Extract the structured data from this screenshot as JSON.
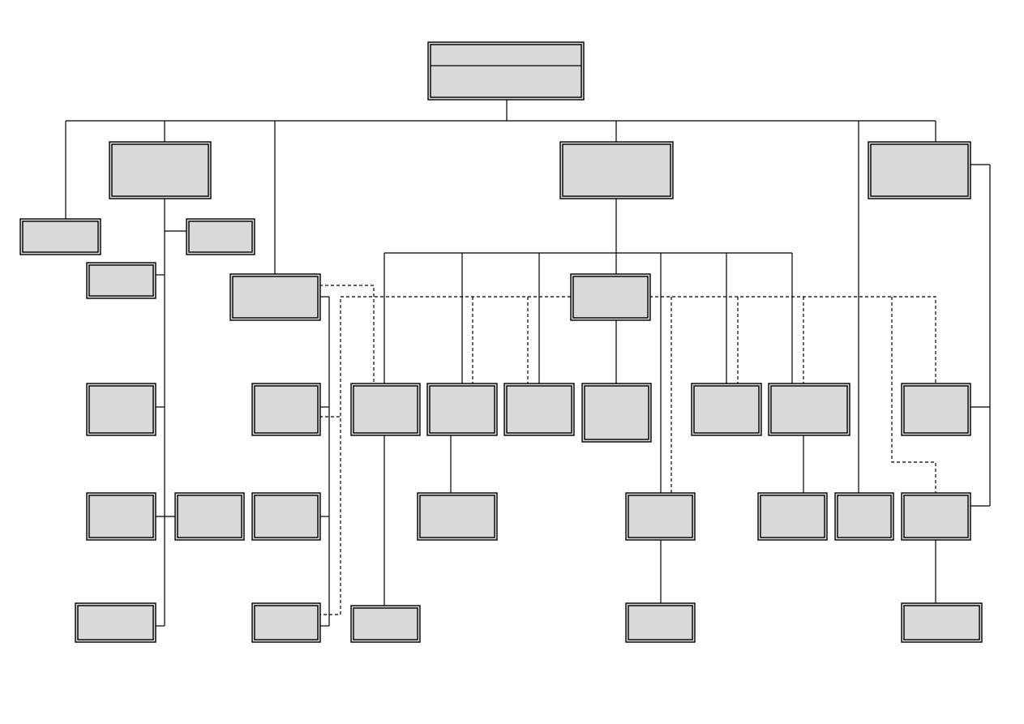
{
  "diagram": {
    "type": "org-chart",
    "colors": {
      "box_fill": "#d9d9d9",
      "stroke": "#000000",
      "background": "#ffffff"
    },
    "boxes": [
      "root",
      "left-head",
      "center-head",
      "right-head",
      "left-side-1",
      "left-sub-right",
      "left-sub-1",
      "left-sub-2",
      "left-sub-3",
      "left-sub-3b",
      "left-sub-4",
      "mid-left-head",
      "mid-left-1",
      "mid-left-2",
      "mid-left-3",
      "center-mid",
      "center-row-1",
      "center-row-2",
      "center-row-3",
      "center-row-4",
      "center-row-5",
      "center-row-6",
      "right-row-1",
      "center-l2-1",
      "center-l2-2",
      "center-l2-3",
      "center-l2-4",
      "right-l2-1",
      "right-l2-2",
      "center-l3-1",
      "center-l3-2",
      "right-l3-1"
    ],
    "labels": []
  }
}
